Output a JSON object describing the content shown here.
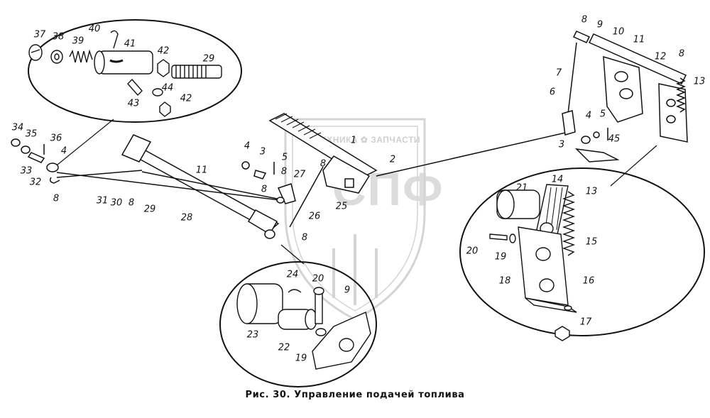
{
  "caption": "Рис. 30. Управление подачей топлива",
  "watermark": {
    "text": "ТЕХНИКА ✿ ЗАПЧАСТИ",
    "logo": "СПФ"
  },
  "labels": {
    "l37": "37",
    "l38": "38",
    "l39": "39",
    "l40": "40",
    "l41": "41",
    "l42a": "42",
    "l29a": "29",
    "l43": "43",
    "l44": "44",
    "l42b": "42",
    "l34": "34",
    "l35": "35",
    "l36": "36",
    "l4a": "4",
    "l33": "33",
    "l32": "32",
    "l8a": "8",
    "l31": "31",
    "l30": "30",
    "l8b": "8",
    "l29b": "29",
    "l28": "28",
    "l11a": "11",
    "l4b": "4",
    "l3a": "3",
    "l5a": "5",
    "l8c": "8",
    "l27": "27",
    "l8d": "8",
    "l26": "26",
    "l8e": "8",
    "l25": "25",
    "l1": "1",
    "l2": "2",
    "l8f": "8",
    "l9a": "9",
    "l10": "10",
    "l11b": "11",
    "l12": "12",
    "l8g": "8",
    "l13a": "13",
    "l7": "7",
    "l6": "6",
    "l4c": "4",
    "l5b": "5",
    "l45": "45",
    "l3b": "3",
    "l14": "14",
    "l13b": "13",
    "l21": "21",
    "l20a": "20",
    "l19a": "19",
    "l15": "15",
    "l18": "18",
    "l16": "16",
    "l17": "17",
    "l24": "24",
    "l20b": "20",
    "l9b": "9",
    "l23": "23",
    "l22": "22",
    "l19b": "19"
  }
}
